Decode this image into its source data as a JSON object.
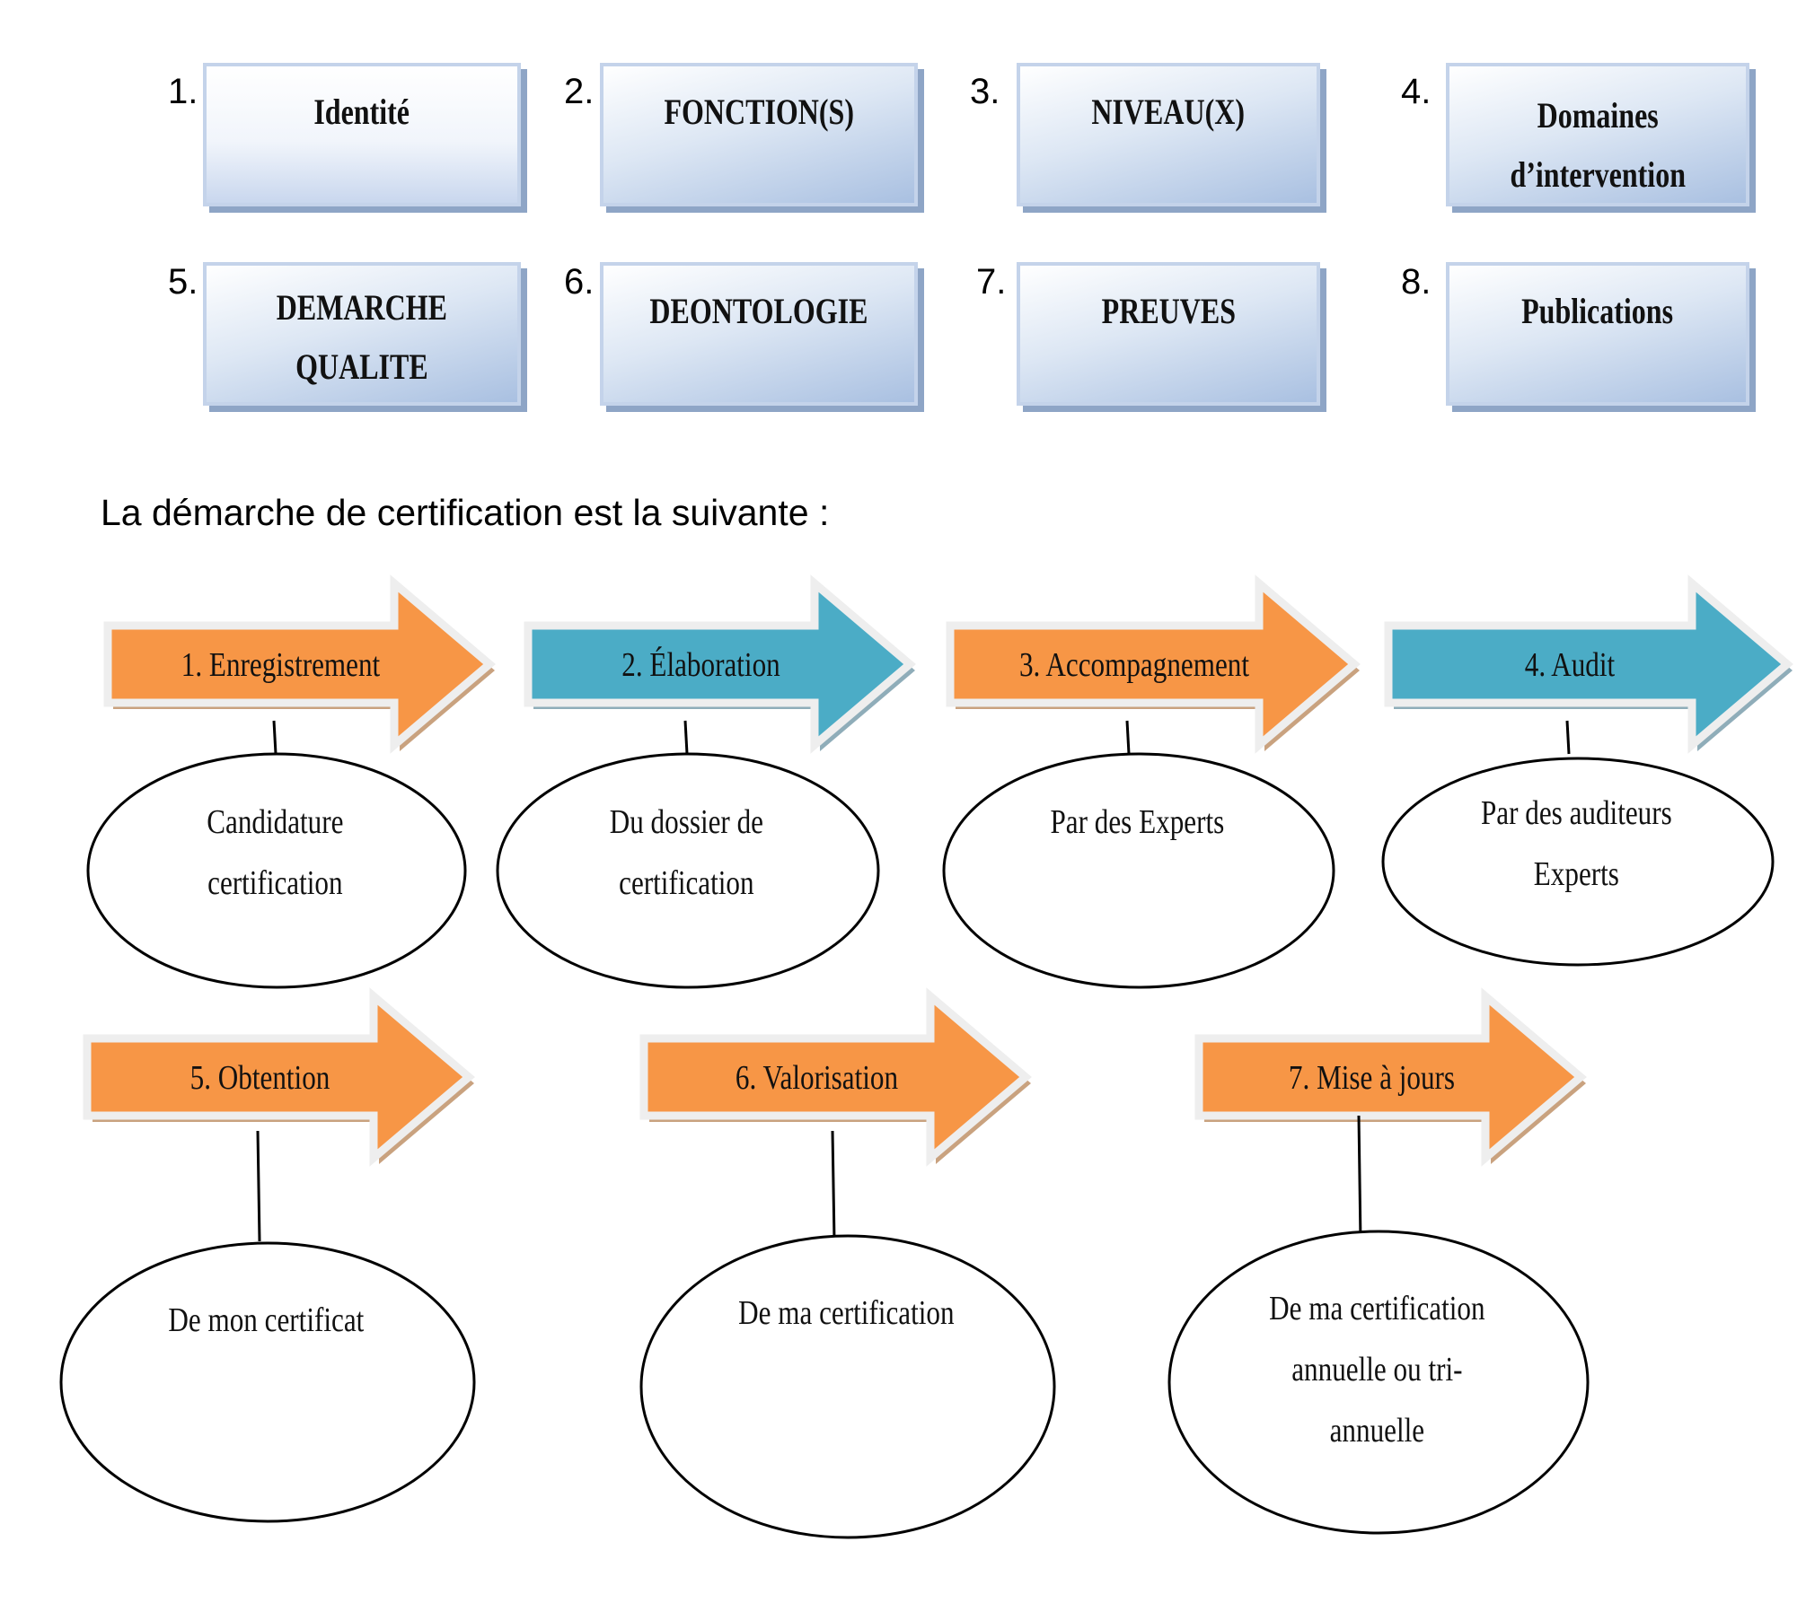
{
  "boxes": [
    {
      "num": "1.",
      "label": "Identité"
    },
    {
      "num": "2.",
      "label": "FONCTION(S)"
    },
    {
      "num": "3.",
      "label": "NIVEAU(X)"
    },
    {
      "num": "4.",
      "label": "Domaines\nd’intervention"
    },
    {
      "num": "5.",
      "label": "DEMARCHE\nQUALITE"
    },
    {
      "num": "6.",
      "label": "DEONTOLOGIE"
    },
    {
      "num": "7.",
      "label": "PREUVES"
    },
    {
      "num": "8.",
      "label": "Publications"
    }
  ],
  "heading": "La démarche de certification est la suivante :",
  "colors": {
    "orange": "#f79646",
    "teal": "#4bacc6",
    "orange_shadow": "#c9a27f",
    "teal_shadow": "#8fadb9"
  },
  "steps": [
    {
      "label": "1. Enregistrement",
      "color": "orange",
      "ellipse": [
        "Candidature",
        "certification"
      ]
    },
    {
      "label": "2. Élaboration",
      "color": "teal",
      "ellipse": [
        "Du dossier de",
        "certification"
      ]
    },
    {
      "label": "3. Accompagnement",
      "color": "orange",
      "ellipse": [
        "Par des Experts"
      ]
    },
    {
      "label": "4. Audit",
      "color": "teal",
      "ellipse": [
        "Par des auditeurs",
        "Experts"
      ]
    },
    {
      "label": "5. Obtention",
      "color": "orange",
      "ellipse": [
        "De mon certificat"
      ]
    },
    {
      "label": "6. Valorisation",
      "color": "orange",
      "ellipse": [
        "De ma certification"
      ]
    },
    {
      "label": "7. Mise à jours",
      "color": "orange",
      "ellipse": [
        "De ma certification",
        "annuelle ou tri-",
        "annuelle"
      ]
    }
  ]
}
